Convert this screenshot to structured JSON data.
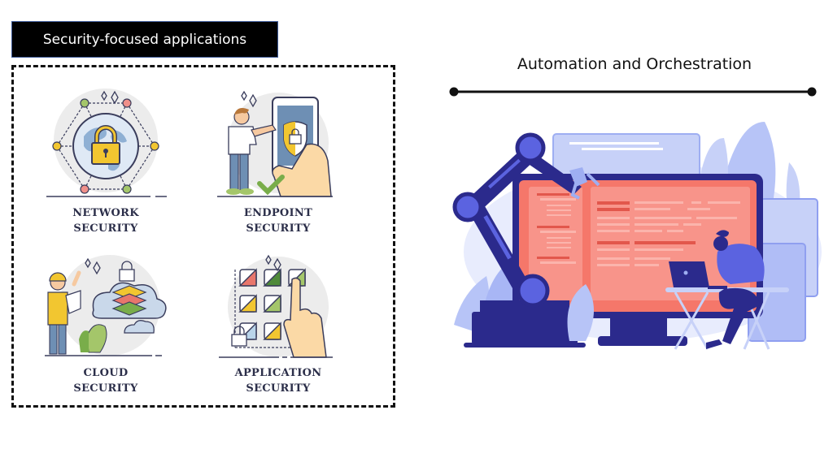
{
  "left_panel": {
    "title": "Security-focused applications",
    "cards": [
      {
        "line1": "NETWORK",
        "line2": "SECURITY",
        "icon": "network-globe-lock-icon"
      },
      {
        "line1": "ENDPOINT",
        "line2": "SECURITY",
        "icon": "phone-shield-lock-icon"
      },
      {
        "line1": "CLOUD",
        "line2": "SECURITY",
        "icon": "cloud-layers-lock-icon"
      },
      {
        "line1": "APPLICATION",
        "line2": "SECURITY",
        "icon": "app-grid-hand-lock-icon"
      }
    ]
  },
  "right_panel": {
    "title": "Automation and Orchestration",
    "illustration": "robot-arm-monitor-developer-illustration"
  },
  "colors": {
    "title_box_bg": "#000000",
    "title_box_text": "#ffffff",
    "label_text": "#2c2f4a",
    "robot_navy": "#2b2a8c",
    "robot_blue": "#5b63e0",
    "screen_salmon": "#f5776a",
    "light_blue": "#b7c4f7",
    "accent_yellow": "#f2c630",
    "accent_green": "#79ad4a",
    "accent_red": "#e8766c"
  }
}
